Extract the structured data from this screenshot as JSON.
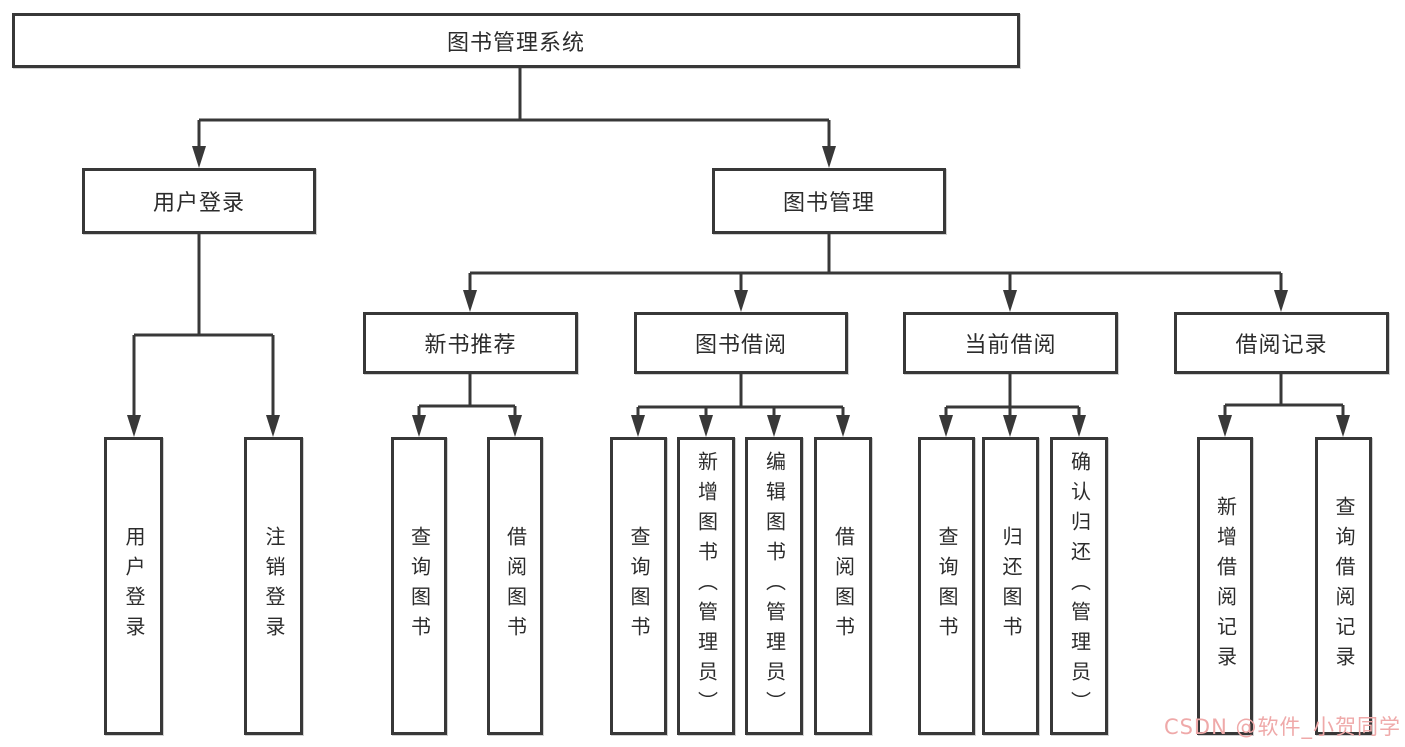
{
  "diagram_title": "图书管理系统",
  "tree": {
    "root": {
      "label": "图书管理系统",
      "children": [
        {
          "label": "用户登录",
          "children": [
            {
              "label": "用户登录"
            },
            {
              "label": "注销登录"
            }
          ]
        },
        {
          "label": "图书管理",
          "children": [
            {
              "label": "新书推荐",
              "children": [
                {
                  "label": "查询图书"
                },
                {
                  "label": "借阅图书"
                }
              ]
            },
            {
              "label": "图书借阅",
              "children": [
                {
                  "label": "查询图书"
                },
                {
                  "label": "新增图书（管理员）"
                },
                {
                  "label": "编辑图书（管理员）"
                },
                {
                  "label": "借阅图书"
                }
              ]
            },
            {
              "label": "当前借阅",
              "children": [
                {
                  "label": "查询图书"
                },
                {
                  "label": "归还图书"
                },
                {
                  "label": "确认归还（管理员）"
                }
              ]
            },
            {
              "label": "借阅记录",
              "children": [
                {
                  "label": "新增借阅记录"
                },
                {
                  "label": "查询借阅记录"
                }
              ]
            }
          ]
        }
      ]
    }
  },
  "watermark": {
    "text": "CSDN @软件_小贺同学"
  },
  "colors": {
    "line": "#383838",
    "text": "#2c2c2c",
    "box_background": "#ffffff",
    "page_background": "#ffffff",
    "watermark": "#efa9a9"
  }
}
